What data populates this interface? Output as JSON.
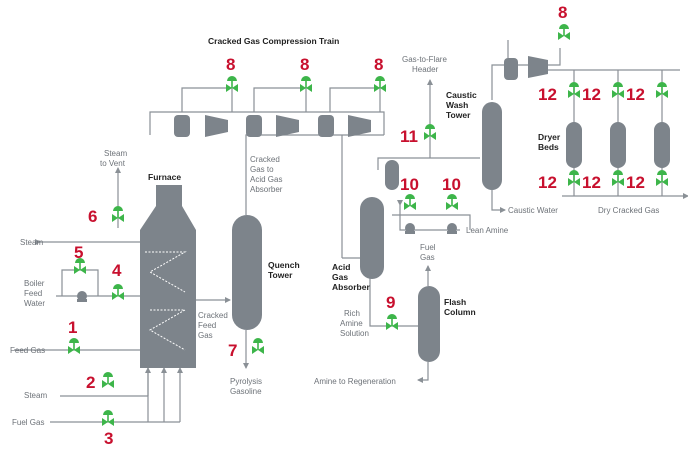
{
  "title": "Cracked Gas Compression Train",
  "colors": {
    "vessel": "#7d848b",
    "pipe": "#8a9096",
    "valve": "#3db54a",
    "number": "#c8102e",
    "label": "#6d7278"
  },
  "equipment": {
    "furnace": "Furnace",
    "quench_tower": [
      "Quench",
      "Tower"
    ],
    "caustic_wash_tower": [
      "Caustic",
      "Wash",
      "Tower"
    ],
    "dryer_beds": [
      "Dryer",
      "Beds"
    ],
    "acid_gas_absorber": [
      "Acid",
      "Gas",
      "Absorber"
    ],
    "flash_column": [
      "Flash",
      "Column"
    ]
  },
  "streams": {
    "steam_to_vent": [
      "Steam",
      "to Vent"
    ],
    "steam": "Steam",
    "boiler_feed_water": [
      "Boiler",
      "Feed",
      "Water"
    ],
    "feed_gas": "Feed Gas",
    "steam_bottom": "Steam",
    "fuel_gas": "Fuel Gas",
    "cracked_feed_gas": [
      "Cracked",
      "Feed",
      "Gas"
    ],
    "pyrolysis_gasoline": [
      "Pyrolysis",
      "Gasoline"
    ],
    "cracked_gas_to_absorber": [
      "Cracked",
      "Gas to",
      "Acid Gas",
      "Absorber"
    ],
    "gas_to_flare": [
      "Gas-to-Flare",
      "Header"
    ],
    "caustic_water": "Caustic Water",
    "dry_cracked_gas": "Dry Cracked Gas",
    "lean_amine": "Lean Amine",
    "fuel_gas_top": [
      "Fuel",
      "Gas"
    ],
    "rich_amine": [
      "Rich",
      "Amine",
      "Solution"
    ],
    "amine_to_regeneration": "Amine to Regeneration"
  },
  "valve_numbers": {
    "v1": "1",
    "v2": "2",
    "v3": "3",
    "v4": "4",
    "v5": "5",
    "v6": "6",
    "v7": "7",
    "v8a": "8",
    "v8b": "8",
    "v8c": "8",
    "v8d": "8",
    "v9": "9",
    "v10a": "10",
    "v10b": "10",
    "v11": "11",
    "v12a": "12",
    "v12b": "12",
    "v12c": "12",
    "v12d": "12",
    "v12e": "12",
    "v12f": "12"
  }
}
